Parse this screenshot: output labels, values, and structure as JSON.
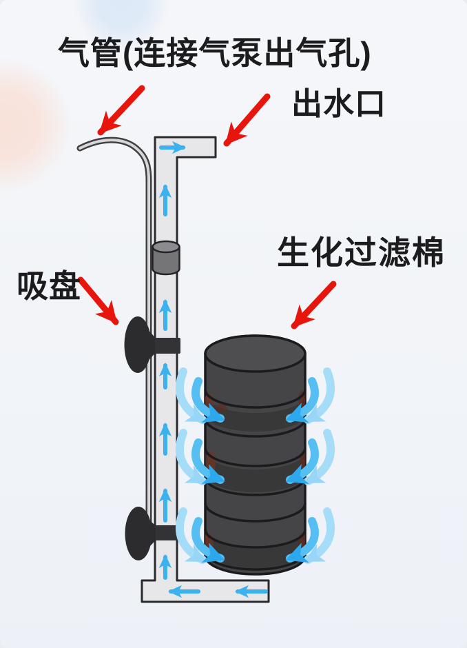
{
  "labels": {
    "air_tube": "气管(连接气泵出气孔)",
    "water_outlet": "出水口",
    "suction_cup": "吸盘",
    "bio_filter_sponge": "生化过滤棉"
  },
  "colors": {
    "pointer_arrow_red": "#e8150d",
    "flow_arrow_blue": "#3bb2ef",
    "swoosh_blue_inner": "#55bef2",
    "swoosh_blue_outer": "#a5dcf8",
    "pipe_fill": "#e7e7e9",
    "pipe_outline": "#2a2a2c",
    "air_tube_outline": "#3f3f41",
    "air_tube_inner": "#d7d7d9",
    "sponge_fill": "#454547",
    "sponge_outline": "#1b1b1d",
    "sponge_rust_tint": "#6e3322",
    "suction_cup_fill": "#2c2c2e",
    "connector_fill": "#757578",
    "label_text": "#1c1c1e",
    "background": "#f3f5f8",
    "decor_blue_blob": "#dde9f7",
    "decor_pink_blob": "#f8e2da"
  }
}
